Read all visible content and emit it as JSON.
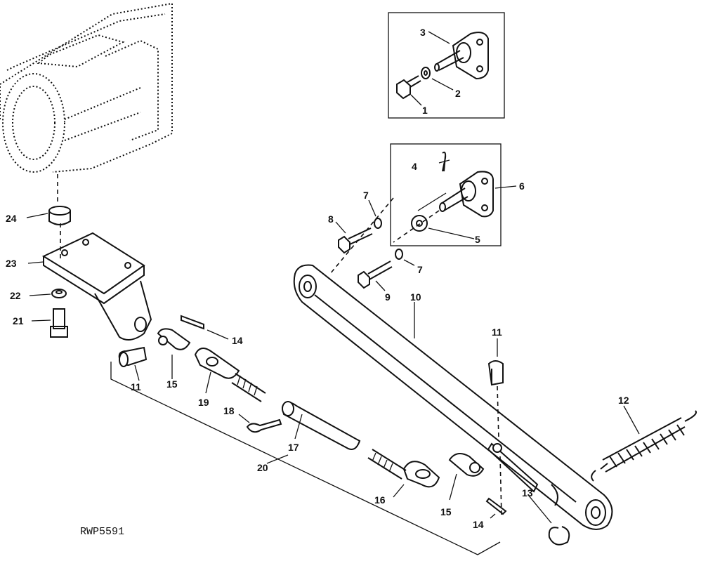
{
  "callouts": {
    "c1": "1",
    "c2": "2",
    "c3": "3",
    "c4": "4",
    "c5": "5",
    "c6": "6",
    "c7a": "7",
    "c7b": "7",
    "c8": "8",
    "c9": "9",
    "c10": "10",
    "c11a": "11",
    "c11b": "11",
    "c12": "12",
    "c13": "13",
    "c14a": "14",
    "c14b": "14",
    "c15a": "15",
    "c15b": "15",
    "c16": "16",
    "c17": "17",
    "c18": "18",
    "c19": "19",
    "c20": "20",
    "c21": "21",
    "c22": "22",
    "c23": "23",
    "c24": "24"
  },
  "figure_code": "RWP5591"
}
